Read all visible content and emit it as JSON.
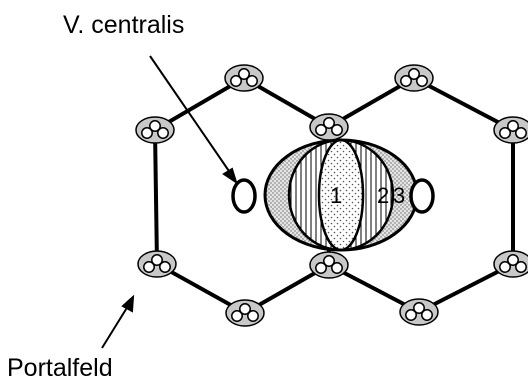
{
  "labels": {
    "vein": "V. centralis",
    "portal": "Portalfeld"
  },
  "zones": [
    "1",
    "2",
    "3"
  ],
  "colors": {
    "stroke": "#000000",
    "background": "#ffffff",
    "portal_fill": "#c8c8c8",
    "zone_hatch": "#000000"
  }
}
